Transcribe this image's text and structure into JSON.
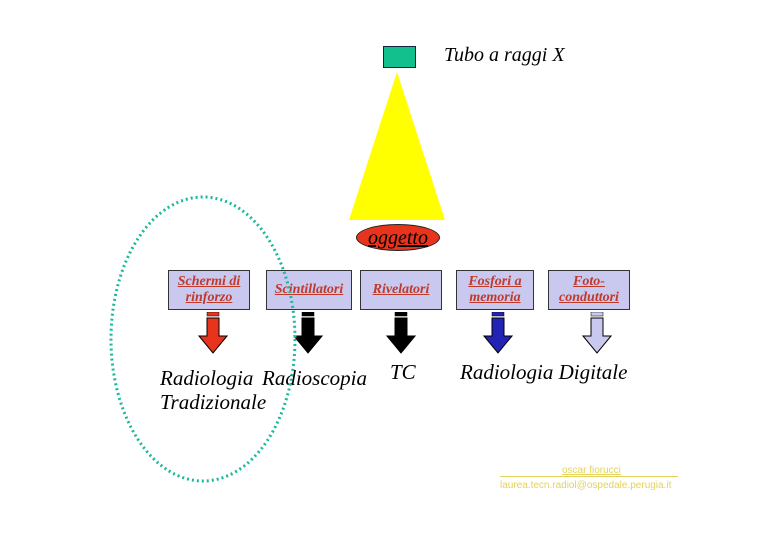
{
  "tube": {
    "label": "Tubo a raggi X",
    "color": "#12c08e"
  },
  "beam": {
    "color": "#ffff00"
  },
  "object": {
    "label": "oggetto",
    "color": "#e8331d"
  },
  "detectors": [
    {
      "label": "Schermi di\nrinforzo",
      "arrow_color": "#e8331d"
    },
    {
      "label": "Scintillatori",
      "arrow_color": "#000000"
    },
    {
      "label": "Rivelatori",
      "arrow_color": "#000000"
    },
    {
      "label": "Fosfori a\nmemoria",
      "arrow_color": "#2323b5"
    },
    {
      "label": "Foto-\nconduttori",
      "arrow_color": "#c9c9f0"
    }
  ],
  "results": {
    "radiologia_tradizionale": "Radiologia\nTradizionale",
    "radioscopia": "Radioscopia",
    "tc": "TC",
    "radiologia_digitale": "Radiologia Digitale"
  },
  "footer": {
    "name": "oscar fiorucci",
    "email": "laurea.tecn.radiol@ospedale.perugia.it"
  }
}
